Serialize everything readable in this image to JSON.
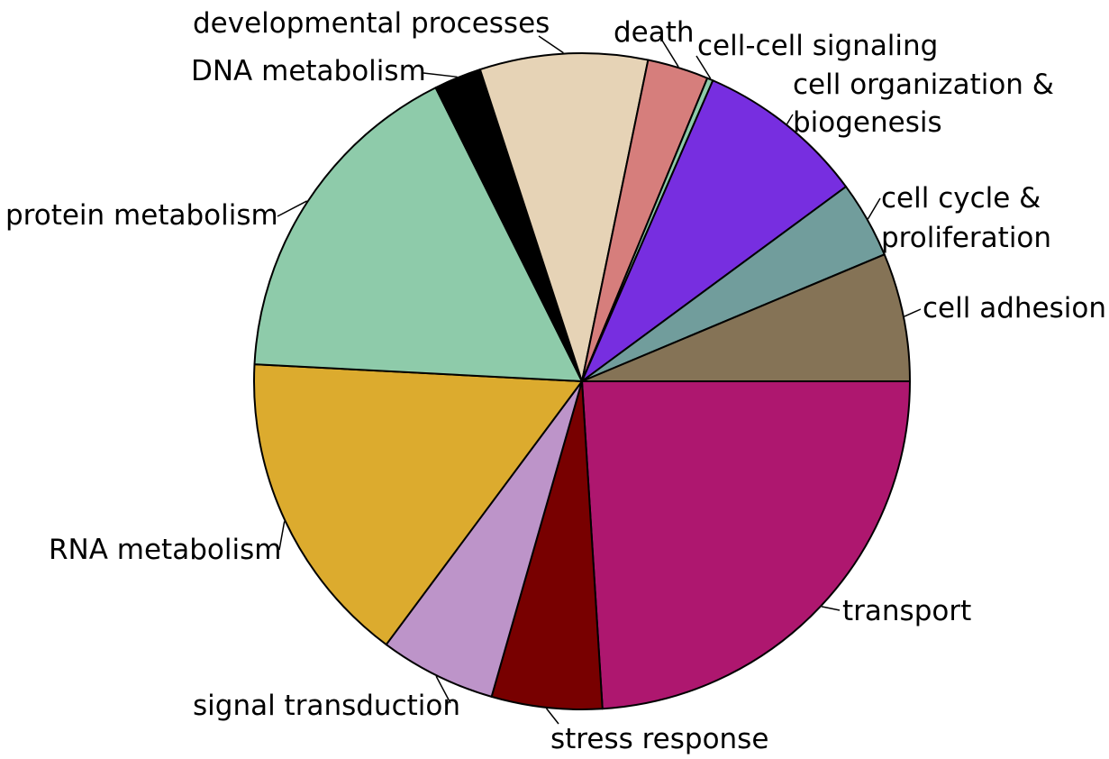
{
  "chart_data": {
    "type": "pie",
    "title": "",
    "start": "right (3 o'clock)",
    "direction": "clockwise",
    "slices": [
      {
        "label": "transport",
        "value": 24.7,
        "color": "#AE176F"
      },
      {
        "label": "stress response",
        "value": 5.6,
        "color": "#780000"
      },
      {
        "label": "signal transduction",
        "value": 5.9,
        "color": "#BD94C9"
      },
      {
        "label": "RNA metabolism",
        "value": 16.1,
        "color": "#DCAB2E"
      },
      {
        "label": "protein metabolism",
        "value": 17.3,
        "color": "#8ECBAA"
      },
      {
        "label": "DNA metabolism",
        "value": 2.4,
        "color": "#000000"
      },
      {
        "label": "developmental processes",
        "value": 8.5,
        "color": "#E6D3B6"
      },
      {
        "label": "death",
        "value": 3.1,
        "color": "#D67E7C"
      },
      {
        "label": "cell-cell signaling",
        "value": 0.3,
        "color": "#8ECBAA"
      },
      {
        "label": "cell organization & biogenesis",
        "value": 8.6,
        "color": "#772EE0"
      },
      {
        "label": "cell cycle & proliferation",
        "value": 3.9,
        "color": "#719D9C"
      },
      {
        "label": "cell adhesion",
        "value": 6.5,
        "color": "#857356"
      }
    ]
  }
}
